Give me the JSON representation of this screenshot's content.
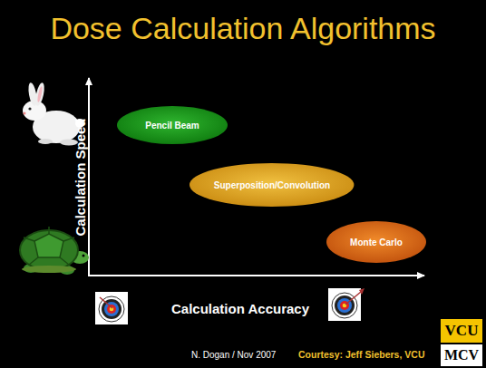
{
  "diagram": {
    "title": "Dose Calculation Algorithms",
    "nodes": [
      {
        "text": [
          "Pencil Beam"
        ]
      },
      {
        "text": [
          "Superposition/Convolution"
        ]
      },
      {
        "text": [
          "Monte Carlo"
        ]
      }
    ],
    "labels": [
      "Calculation Speed",
      "Calculation Accuracy",
      "N. Dogan / Nov 2007",
      "Courtesy: Jeff Siebers, VCU",
      "VCU",
      "MCV"
    ]
  }
}
